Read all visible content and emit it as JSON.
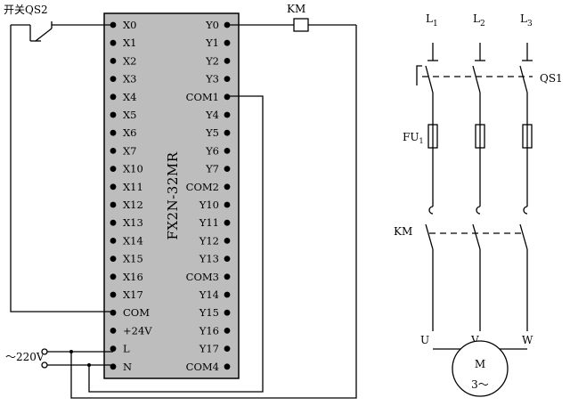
{
  "plc": {
    "model": "FX2N-32MR",
    "body_color": "#bdbdbd",
    "inputs": [
      "X0",
      "X1",
      "X2",
      "X3",
      "X4",
      "X5",
      "X6",
      "X7",
      "X10",
      "X11",
      "X12",
      "X13",
      "X14",
      "X15",
      "X16",
      "X17",
      "COM",
      "+24V",
      "L",
      "N"
    ],
    "outputs": [
      "Y0",
      "Y1",
      "Y2",
      "Y3",
      "COM1",
      "Y4",
      "Y5",
      "Y6",
      "Y7",
      "COM2",
      "Y10",
      "Y11",
      "Y12",
      "Y13",
      "COM3",
      "Y14",
      "Y15",
      "Y16",
      "Y17",
      "COM4"
    ]
  },
  "switch_label": "开关QS2",
  "supply_label": "～220V",
  "coil_label": "KM",
  "power_circuit": {
    "phases": [
      {
        "base": "L",
        "sub": "1"
      },
      {
        "base": "L",
        "sub": "2"
      },
      {
        "base": "L",
        "sub": "3"
      }
    ],
    "switch_label": "QS1",
    "fuse_label": {
      "base": "FU",
      "sub": "1"
    },
    "contactor_label": "KM",
    "terminals": [
      "U",
      "V",
      "W"
    ],
    "motor_label": "M",
    "motor_sub": "3～"
  }
}
